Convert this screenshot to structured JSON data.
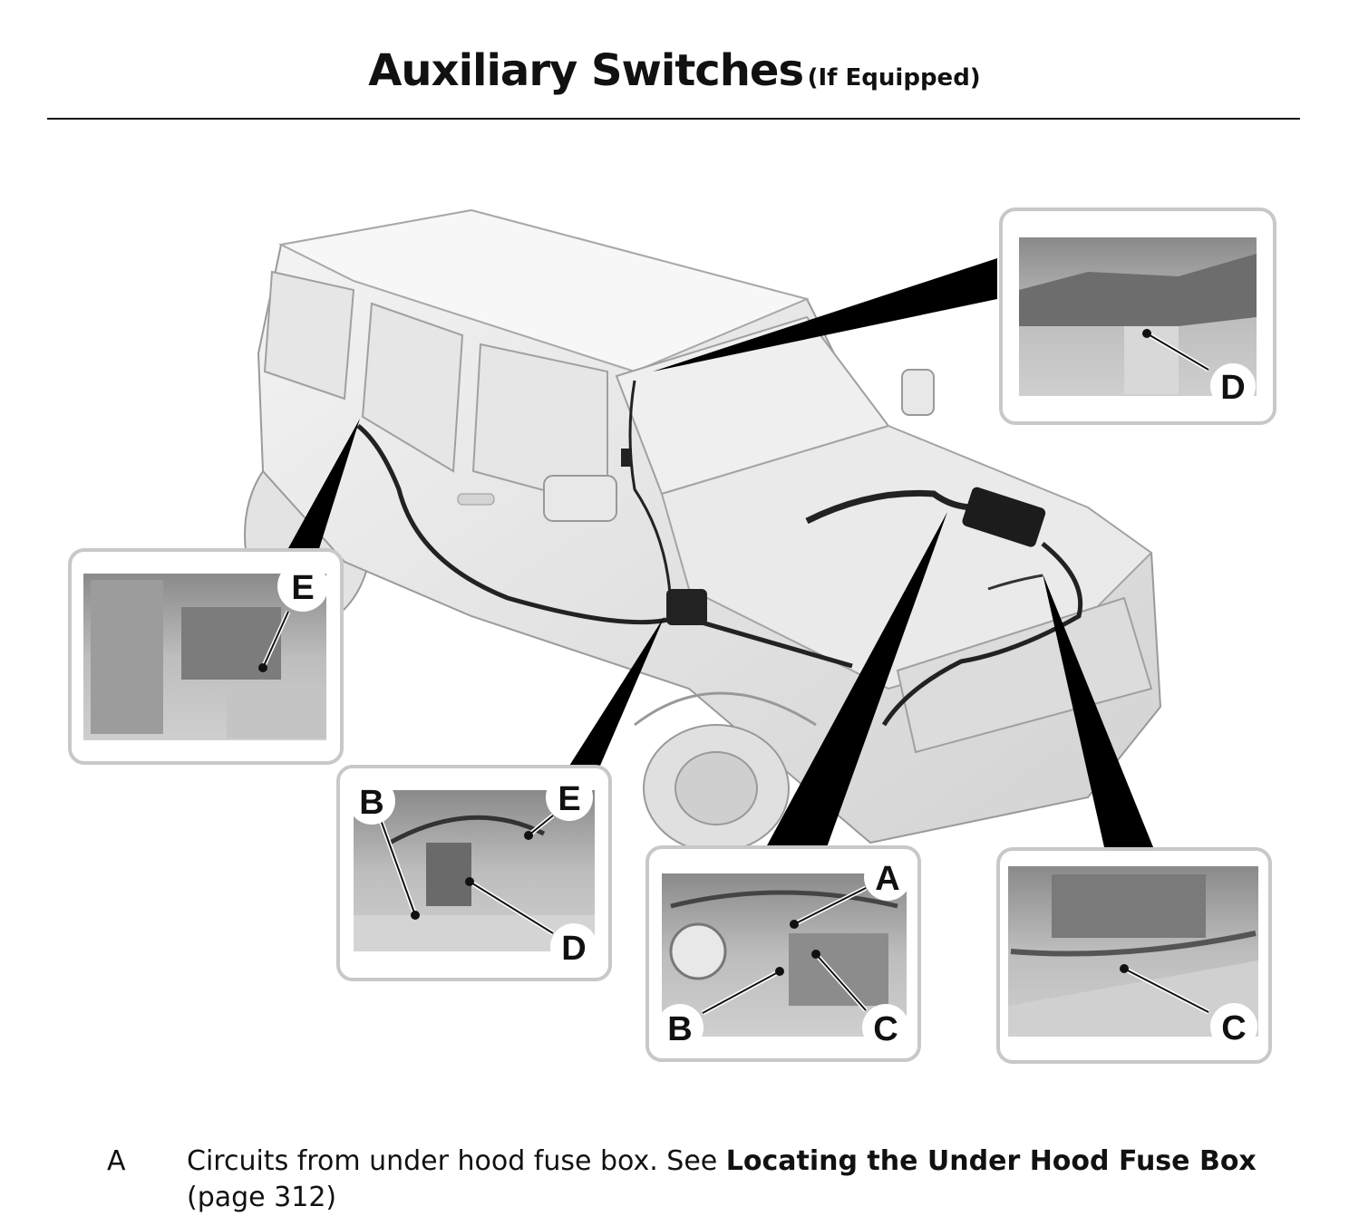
{
  "header": {
    "title": "Auxiliary Switches",
    "qualifier": "(If Equipped)"
  },
  "callouts": {
    "a": "A",
    "b": "B",
    "c": "C",
    "d": "D",
    "e": "E"
  },
  "legend": {
    "items": [
      {
        "letter": "A",
        "text": "Circuits from under hood fuse box.  See ",
        "reference": "Locating the Under Hood Fuse Box",
        "page_ref": "(page 312)"
      }
    ]
  }
}
